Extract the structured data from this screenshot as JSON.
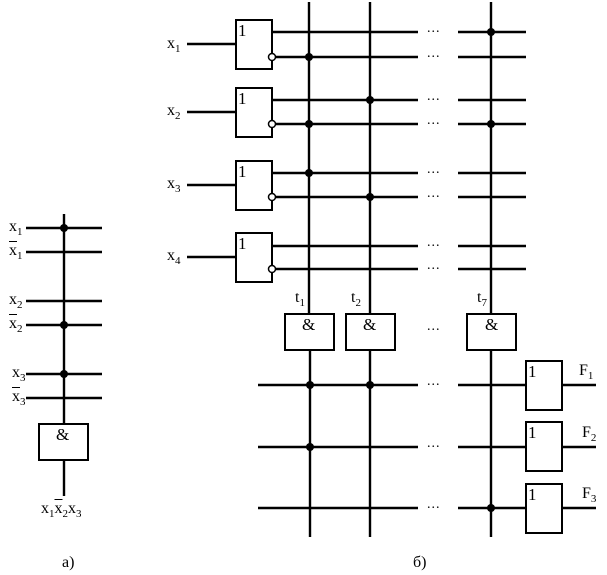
{
  "panel_a": {
    "inputs": [
      {
        "base": "x",
        "sub": "1",
        "bar": false
      },
      {
        "base": "x",
        "sub": "1",
        "bar": true
      },
      {
        "base": "x",
        "sub": "2",
        "bar": false
      },
      {
        "base": "x",
        "sub": "2",
        "bar": true
      },
      {
        "base": "x",
        "sub": "3",
        "bar": false
      },
      {
        "base": "x",
        "sub": "3",
        "bar": true
      }
    ],
    "gate_symbol": "&",
    "output": [
      {
        "base": "x",
        "sub": "1",
        "bar": false
      },
      {
        "base": "x",
        "sub": "2",
        "bar": true
      },
      {
        "base": "x",
        "sub": "3",
        "bar": false
      }
    ],
    "caption": "а)"
  },
  "panel_b": {
    "inputs": [
      {
        "base": "x",
        "sub": "1"
      },
      {
        "base": "x",
        "sub": "2"
      },
      {
        "base": "x",
        "sub": "3"
      },
      {
        "base": "x",
        "sub": "4"
      }
    ],
    "input_gate_symbol": "1",
    "and_gates": [
      {
        "base": "t",
        "sub": "1",
        "symbol": "&"
      },
      {
        "base": "t",
        "sub": "2",
        "symbol": "&"
      },
      {
        "base": "t",
        "sub": "7",
        "symbol": "&"
      }
    ],
    "or_gates": [
      {
        "symbol": "1",
        "out_base": "F",
        "out_sub": "1"
      },
      {
        "symbol": "1",
        "out_base": "F",
        "out_sub": "2"
      },
      {
        "symbol": "1",
        "out_base": "F",
        "out_sub": "3"
      }
    ],
    "ellipsis": "...",
    "caption": "б)"
  }
}
